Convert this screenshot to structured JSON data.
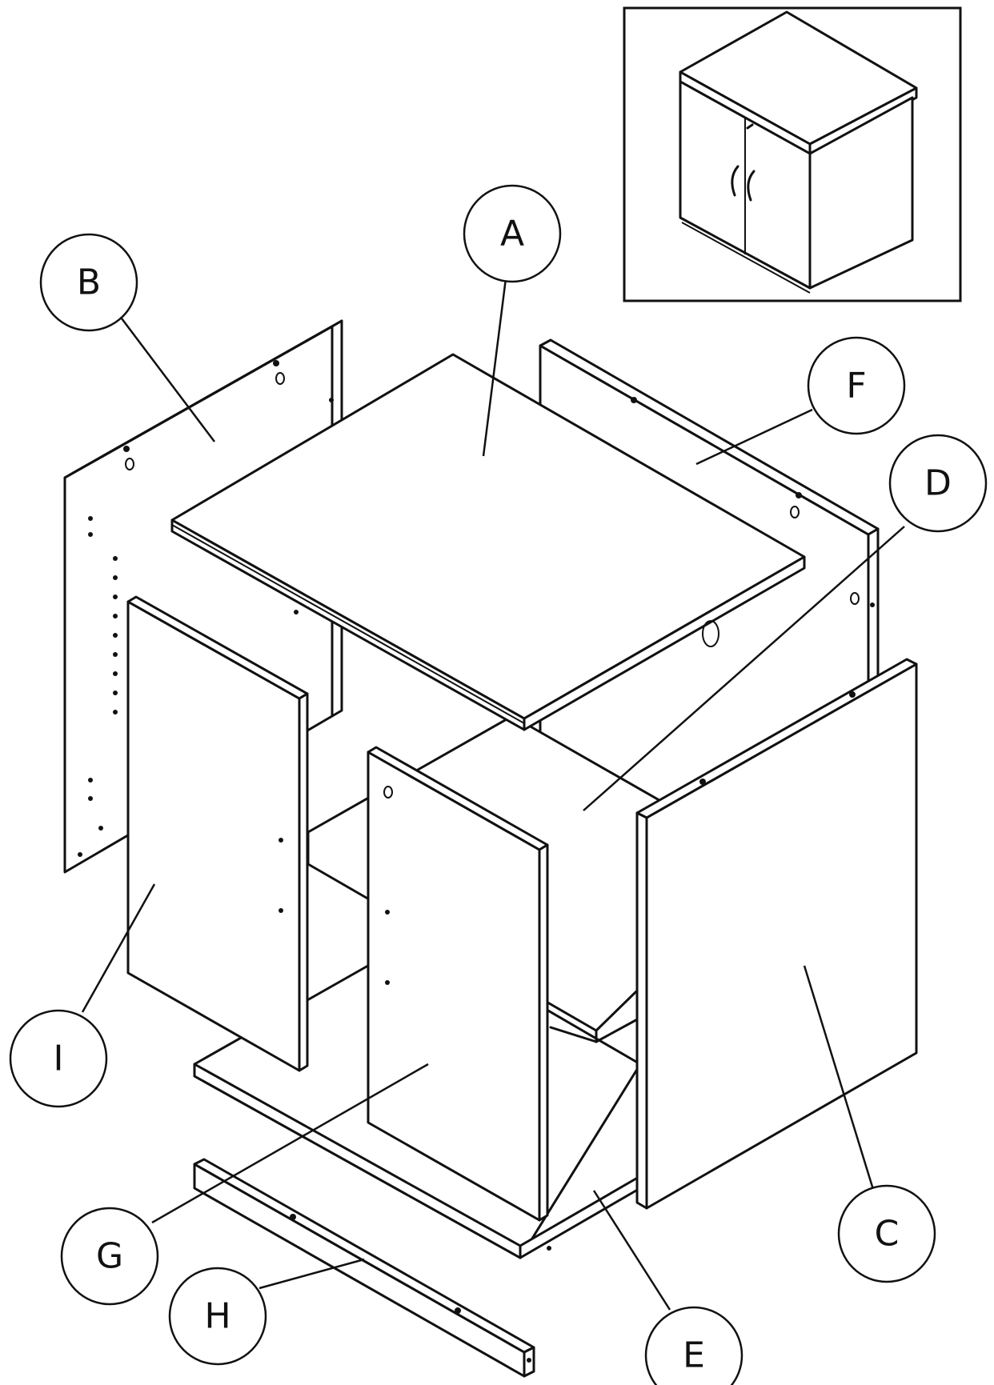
{
  "callouts": [
    {
      "id": "A",
      "label": "A"
    },
    {
      "id": "B",
      "label": "B"
    },
    {
      "id": "C",
      "label": "C"
    },
    {
      "id": "D",
      "label": "D"
    },
    {
      "id": "E",
      "label": "E"
    },
    {
      "id": "F",
      "label": "F"
    },
    {
      "id": "G",
      "label": "G"
    },
    {
      "id": "H",
      "label": "H"
    },
    {
      "id": "I",
      "label": "I"
    }
  ]
}
